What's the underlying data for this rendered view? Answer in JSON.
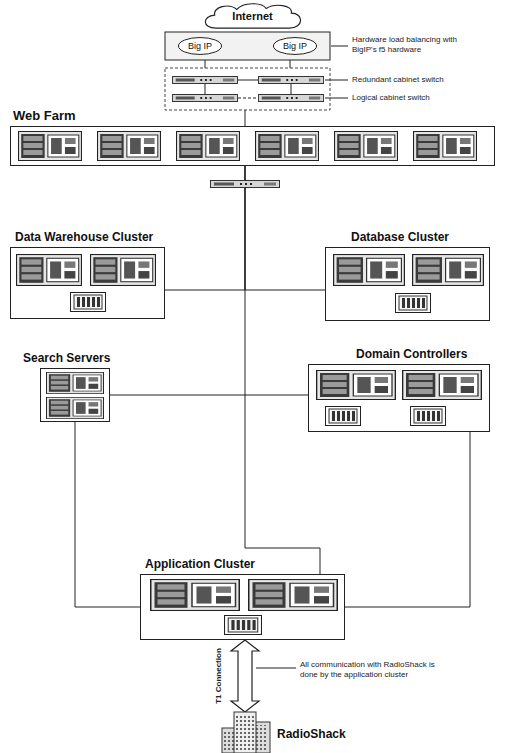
{
  "diagram": {
    "nodes": [
      {
        "text": [
          "Internet"
        ]
      },
      {
        "text": [
          "Big IP"
        ]
      },
      {
        "text": [
          "Big IP"
        ]
      },
      {
        "text": [
          "Web Farm"
        ]
      },
      {
        "text": [
          "Data Warehouse Cluster"
        ]
      },
      {
        "text": [
          "Database Cluster"
        ]
      },
      {
        "text": [
          "Search Servers"
        ]
      },
      {
        "text": [
          "Domain Controllers"
        ]
      },
      {
        "text": [
          "Application Cluster"
        ]
      },
      {
        "text": [
          "RadioShack"
        ]
      }
    ],
    "edges": [
      {
        "from": 1,
        "to": 2,
        "arrow": "none"
      },
      {
        "from": 3,
        "to": 4,
        "arrow": "none"
      },
      {
        "from": 3,
        "to": 5,
        "arrow": "none"
      },
      {
        "from": 3,
        "to": 8,
        "arrow": "none"
      },
      {
        "from": 6,
        "to": 7,
        "arrow": "none"
      },
      {
        "from": 6,
        "to": 8,
        "arrow": "none"
      },
      {
        "from": 7,
        "to": 8,
        "arrow": "none"
      },
      {
        "from": 8,
        "to": 9,
        "label": "T1 Connection",
        "arrow": "both"
      }
    ],
    "labels": [
      "Hardware load balancing with BigIP's f5 hardware",
      "Redundant cabinet switch",
      "Logical cabinet switch",
      "All communication with RadioShack is done by the application cluster"
    ]
  }
}
